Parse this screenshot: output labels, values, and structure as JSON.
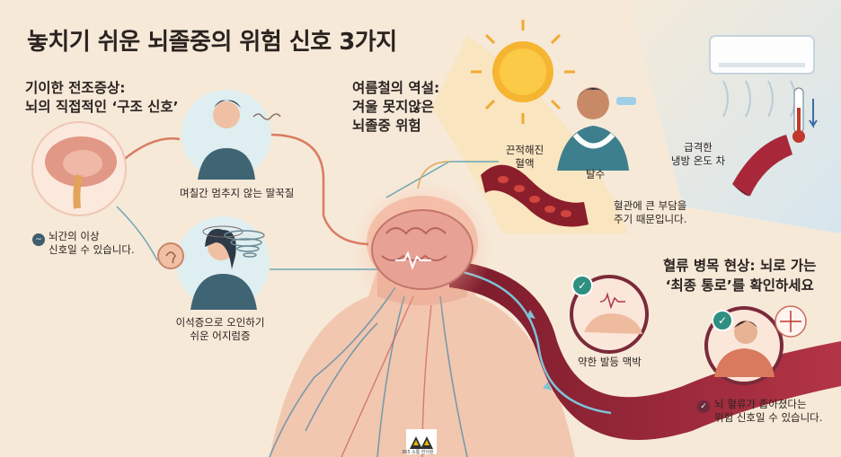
{
  "title": "놓치기 쉬운 뇌졸중의 위험 신호 3가지",
  "section_left": {
    "heading_line1": "기이한 전조증상:",
    "heading_line2": "뇌의 직접적인 ‘구조 신호’",
    "cough_caption": "며칠간 멈추지 않는 딸꾹질",
    "brainstem_note_line1": "뇌간의 이상",
    "brainstem_note_line2": "신호일 수 있습니다.",
    "dizzy_caption_line1": "이석증으로 오인하기",
    "dizzy_caption_line2": "쉬운 어지럼증"
  },
  "section_mid": {
    "heading_line1": "여름철의 역설:",
    "heading_line2": "겨울 못지않은",
    "heading_line3": "뇌졸중 위험",
    "blood_label_line1": "끈적해진",
    "blood_label_line2": "혈액",
    "dehydration_label": "탈수",
    "burden_line1": "혈관에 큰 부담을",
    "burden_line2": "주기 때문입니다.",
    "ac_label_line1": "급격한",
    "ac_label_line2": "냉방 온도 차"
  },
  "section_right": {
    "heading_line1": "혈류 병목 현상: 뇌로 가는",
    "heading_line2": "‘최종 통로’를 확인하세요",
    "pulse_caption": "약한 발등 맥박",
    "neck_note_line1": "뇌 혈류가 좁아졌다는",
    "neck_note_line2": "위험 신호일 수 있습니다."
  },
  "logo_text": "365 소통 한의원",
  "icons": [
    "brain-icon",
    "sun-icon",
    "air-conditioner-icon",
    "thermometer-icon",
    "tornado-icon",
    "ear-icon",
    "check-icon",
    "pulse-icon"
  ],
  "colors": {
    "accent": "#c0392b",
    "teal": "#2f8f80",
    "background": "#f7ead9",
    "vessel": "#a8283a"
  }
}
